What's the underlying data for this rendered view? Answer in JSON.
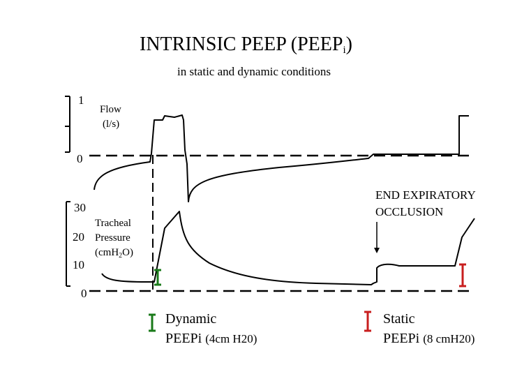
{
  "title": {
    "main": "INTRINSIC PEEP (PEEP",
    "sub": "i",
    "close": ")"
  },
  "subtitle": "in static and dynamic conditions",
  "flow": {
    "label_line1": "Flow",
    "label_line2": "(l/s)",
    "ticks": [
      "1",
      "0"
    ]
  },
  "pressure": {
    "label_line1": "Tracheal",
    "label_line2": "Pressure",
    "label_line3_pre": "(cmH",
    "label_line3_sub": "2",
    "label_line3_post": "O)",
    "ticks": [
      "30",
      "20",
      "10",
      "0"
    ]
  },
  "annotation": {
    "line1": "END EXPIRATORY",
    "line2": "OCCLUSION"
  },
  "legend": {
    "dynamic": {
      "line1": "Dynamic",
      "line2": "PEEPi",
      "value": "(4cm H20)",
      "color": "#1a7a1a"
    },
    "static": {
      "line1": "Static",
      "line2": "PEEPi",
      "value": "(8 cmH20)",
      "color": "#c81e1e"
    }
  },
  "colors": {
    "line": "#000000",
    "dynamic": "#1a7a1a",
    "static": "#c81e1e"
  }
}
